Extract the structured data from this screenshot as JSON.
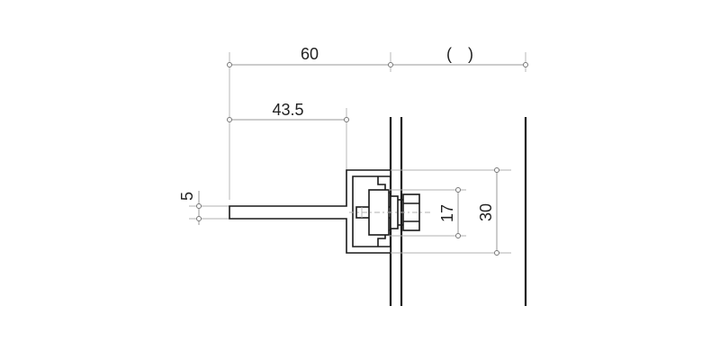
{
  "drawing": {
    "dimensions": {
      "overall_width": "60",
      "unspecified_width": "(　)",
      "flange_offset": "43.5",
      "plate_thickness": "5",
      "bolt_spacing": "17",
      "channel_height": "30"
    },
    "colors": {
      "line": "#1a1a1a",
      "dimension_line": "#9a9a9a",
      "text": "#222222",
      "background": "#ffffff"
    }
  }
}
